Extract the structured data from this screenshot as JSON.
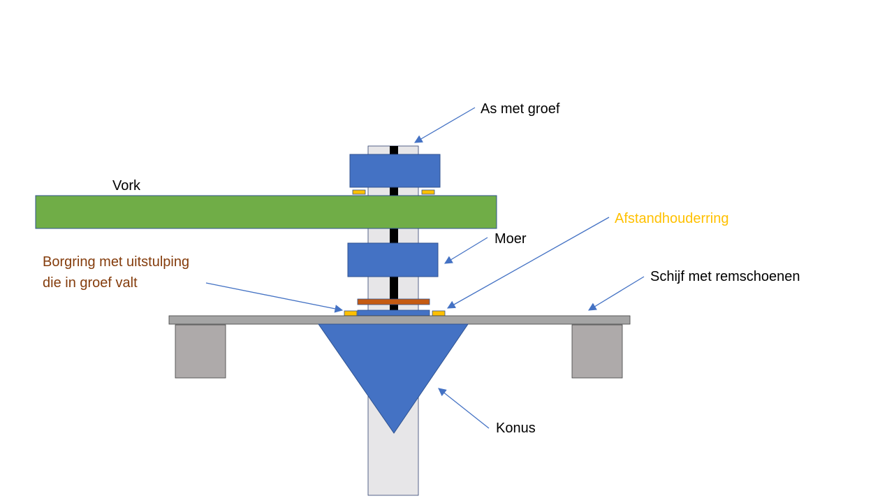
{
  "diagram": {
    "labels": {
      "as_met_groef": "As met groef",
      "vork": "Vork",
      "afstandhouderring": "Afstandhouderring",
      "moer": "Moer",
      "borgring_line1": "Borgring met uitstulping",
      "borgring_line2": "die in groef valt",
      "schijf": "Schijf met remschoenen",
      "konus": "Konus"
    },
    "colors": {
      "shaft": "#e7e6e8",
      "groove": "#000000",
      "nut": "#4472c4",
      "fork": "#70ad47",
      "spacer": "#ffc000",
      "lock_ring": "#c55a11",
      "disc": "#a5a5a5",
      "brake_shoe": "#aeaaaa",
      "cone": "#4472c4",
      "arrow": "#4472c4",
      "label_gold": "#ffc000",
      "label_brown": "#843c0c"
    }
  }
}
